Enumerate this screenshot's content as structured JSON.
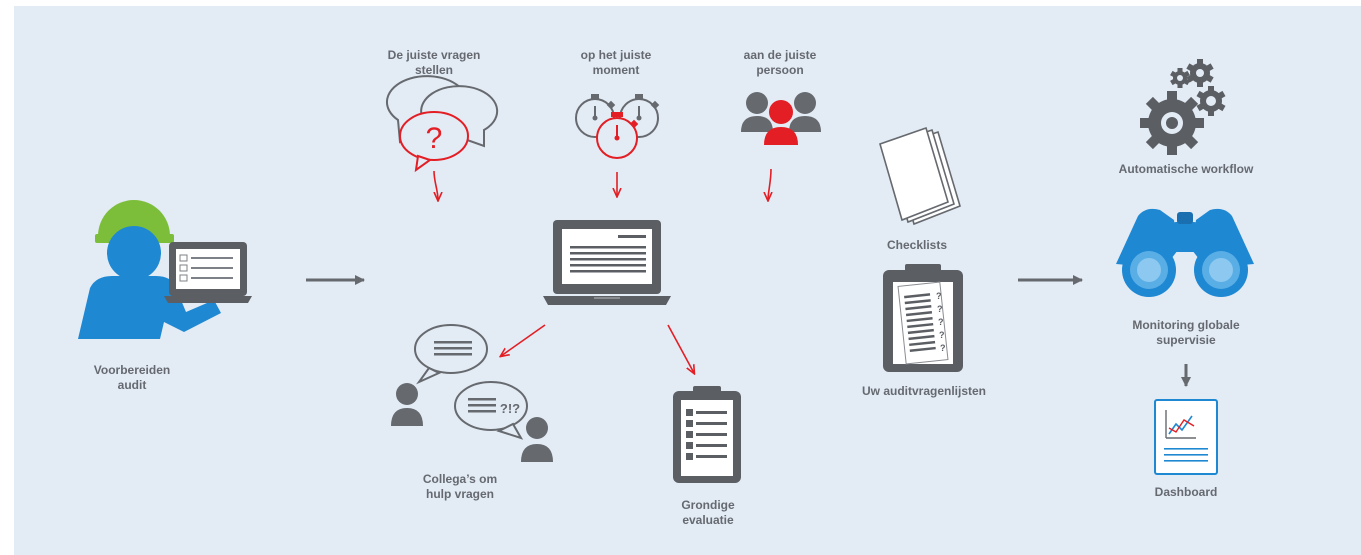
{
  "colors": {
    "background": "#e3ebf5",
    "gray": "#66696e",
    "red": "#e31e24",
    "blue": "#1e88d3",
    "green": "#7cbe3a",
    "text": "#666a70"
  },
  "labels": {
    "prepare": [
      "Voorbereiden",
      "audit"
    ],
    "right_questions": [
      "De juiste vragen",
      "stellen"
    ],
    "right_moment": [
      "op het juiste",
      "moment"
    ],
    "right_person": [
      "aan de juiste",
      "persoon"
    ],
    "colleagues": [
      "Collega’s om",
      "hulp vragen"
    ],
    "evaluation": [
      "Grondige",
      "evaluatie"
    ],
    "checklists": "Checklists",
    "questionnaires": "Uw auditvragenlijsten",
    "workflow": "Automatische workflow",
    "monitoring": [
      "Monitoring globale",
      "supervisie"
    ],
    "dashboard": "Dashboard"
  },
  "glyphs": {
    "question_mark": "?",
    "exclamation": "?!?",
    "small_q": "?"
  },
  "icons": [
    "auditor-with-laptop-icon",
    "speech-bubbles-question-icon",
    "stopwatches-icon",
    "people-group-icon",
    "laptop-icon",
    "colleagues-chat-icon",
    "clipboard-checklist-icon",
    "paper-stack-icon",
    "clipboard-questions-icon",
    "gears-icon",
    "binoculars-icon",
    "dashboard-report-icon"
  ]
}
